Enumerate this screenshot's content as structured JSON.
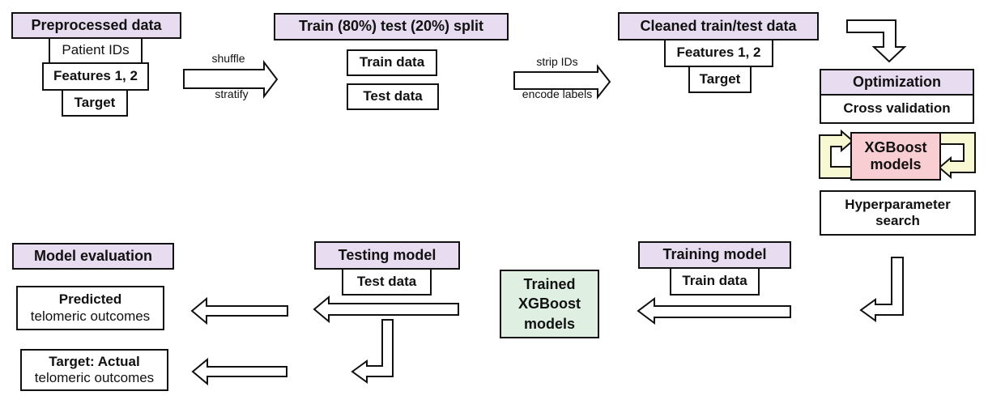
{
  "colors": {
    "header_purple": "#e8dcf0",
    "xgboost_pink": "#f9ced2",
    "loop_yellow": "#f8f8d2",
    "trained_green": "#dff0e3",
    "border": "#111111"
  },
  "preprocessed": {
    "title": "Preprocessed data",
    "patient_ids": "Patient IDs",
    "features": "Features 1, 2",
    "target": "Target"
  },
  "shuffle_arrow": {
    "top_label": "shuffle",
    "bottom_label": "stratify"
  },
  "train_split": {
    "title": "Train (80%) test (20%) split",
    "train": "Train data",
    "test": "Test data"
  },
  "strip_arrow": {
    "top_label": "strip IDs",
    "bottom_label": "encode labels"
  },
  "cleaned": {
    "title": "Cleaned train/test data",
    "features": "Features 1, 2",
    "target": "Target"
  },
  "optimization": {
    "title": "Optimization",
    "cross_validation": "Cross validation",
    "xgboost": {
      "line1": "XGBoost",
      "line2": "models"
    },
    "hyperparameter": {
      "line1": "Hyperparameter",
      "line2": "search"
    }
  },
  "training": {
    "title": "Training model",
    "data": "Train data"
  },
  "trained": {
    "line1": "Trained",
    "line2": "XGBoost",
    "line3": "models"
  },
  "testing": {
    "title": "Testing model",
    "data": "Test data"
  },
  "evaluation": {
    "title": "Model evaluation",
    "predicted": {
      "line1": "Predicted",
      "line2": "telomeric outcomes"
    },
    "actual": {
      "line1": "Target: Actual",
      "line2": "telomeric outcomes"
    }
  }
}
